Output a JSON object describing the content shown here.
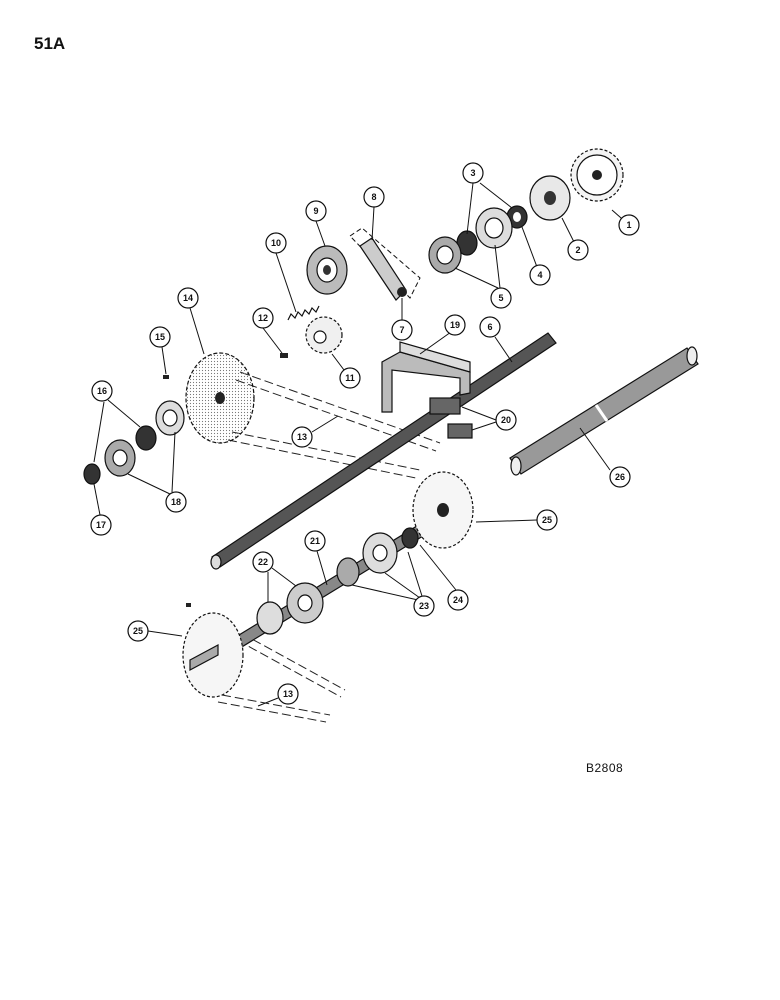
{
  "page": {
    "number": "51A",
    "figure_code": "B2808"
  },
  "callouts": [
    "1",
    "2",
    "3",
    "4",
    "5",
    "6",
    "7",
    "8",
    "9",
    "10",
    "11",
    "12",
    "13",
    "14",
    "15",
    "16",
    "17",
    "18",
    "19",
    "20",
    "21",
    "22",
    "23",
    "24",
    "25",
    "26"
  ]
}
